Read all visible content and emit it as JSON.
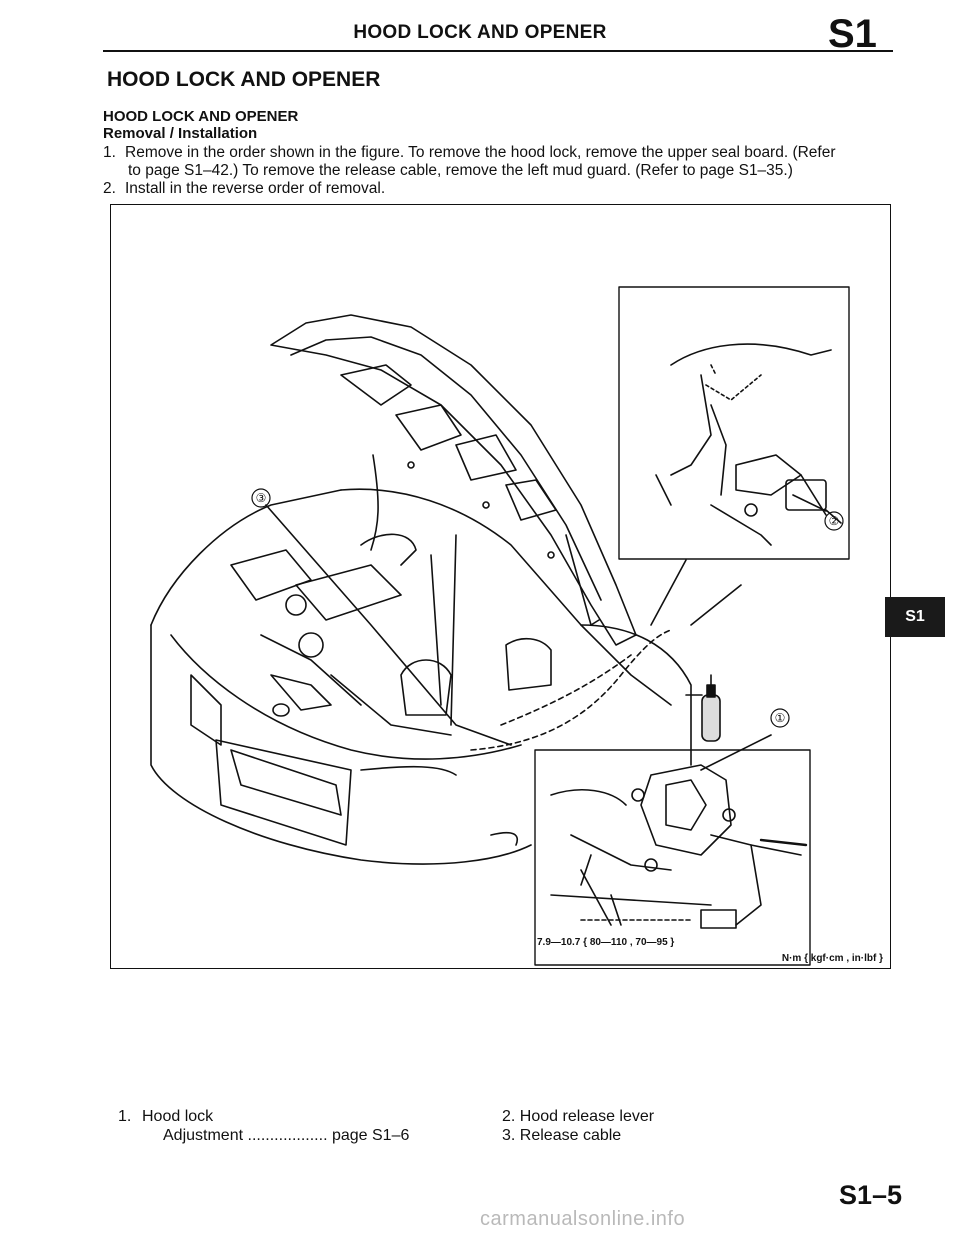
{
  "header": {
    "title": "HOOD LOCK AND OPENER",
    "section_code": "S1"
  },
  "content": {
    "heading": "HOOD LOCK AND OPENER",
    "subheading": "HOOD LOCK AND OPENER",
    "subsubheading": "Removal / Installation",
    "steps": [
      {
        "num": "1.",
        "line1": "Remove in the order shown in the figure. To remove the hood lock, remove the upper seal board. (Refer",
        "line2": "to page S1–42.) To remove the release cable, remove the left mud guard. (Refer to page S1–35.)"
      },
      {
        "num": "2.",
        "line1": "Install in the reverse order of removal."
      }
    ]
  },
  "figure": {
    "callouts": [
      "①",
      "②",
      "③"
    ],
    "torque_spec": "7.9—10.7 { 80—110 , 70—95 }",
    "units_note": "N·m { kgf·cm , in·lbf }"
  },
  "side_tab": "S1",
  "legend": {
    "item1_num": "1.",
    "item1_label": "Hood lock",
    "item1_sub_label": "Adjustment",
    "item1_sub_dots": "..................",
    "item1_sub_page": "page S1–6",
    "item2": "2. Hood release lever",
    "item3": "3. Release cable"
  },
  "page_number": "S1–5",
  "watermark": "carmanualsonline.info",
  "colors": {
    "ink": "#111111",
    "tab_bg": "#1a1a1a",
    "watermark": "#b9b9b9"
  }
}
